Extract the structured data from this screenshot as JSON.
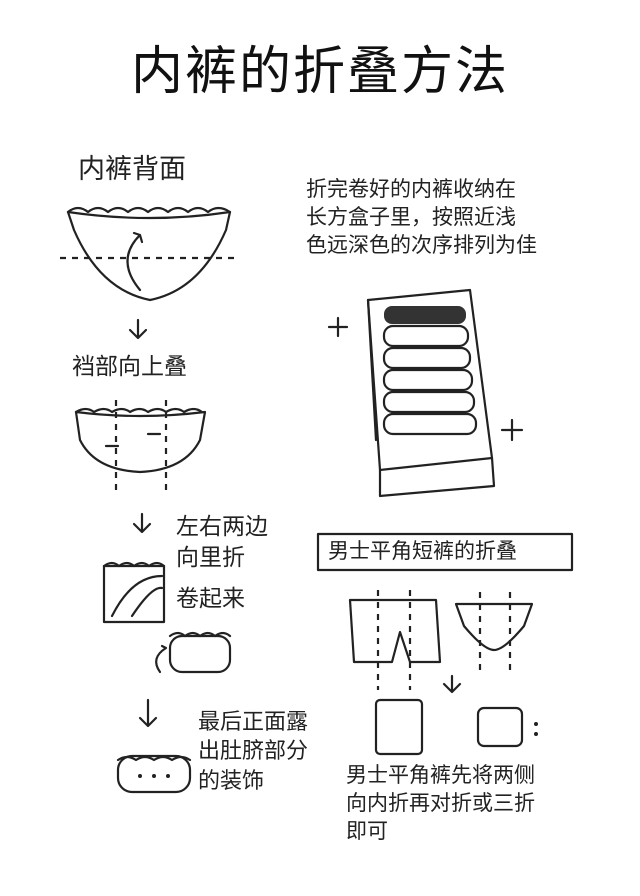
{
  "title": "内裤的折叠方法",
  "steps": {
    "back": "内裤背面",
    "crotch_up": "裆部向上叠",
    "sides_in": "左右两边\n向里折",
    "roll": "卷起来",
    "final": "最后正面露\n出肚脐部分\n的装饰"
  },
  "storage_note": "折完卷好的内裤收纳在\n长方盒子里，按照近浅\n色远深色的次序排列为佳",
  "mens": {
    "heading": "男士平角短裤的折叠",
    "note": "男士平角裤先将两侧\n向内折再对折或三折\n即可"
  }
}
